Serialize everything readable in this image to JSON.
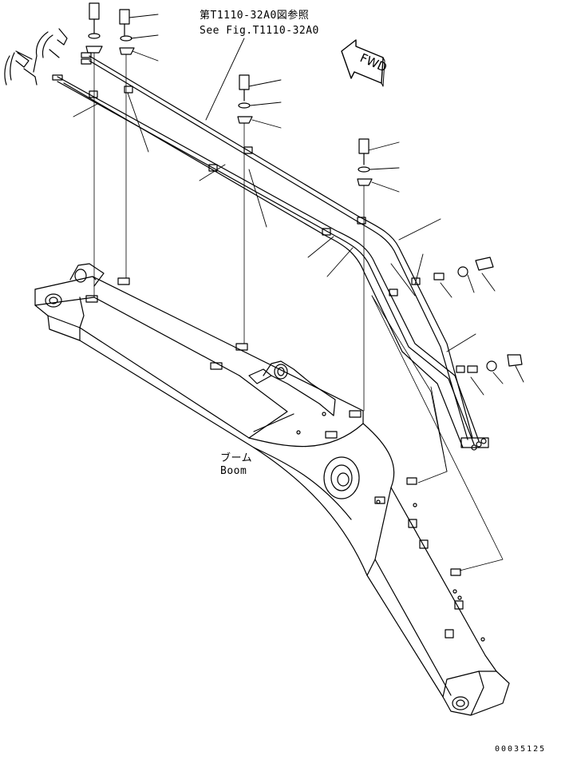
{
  "reference": {
    "japanese": "第T1110-32A0図参照",
    "english": "See Fig.T1110-32A0"
  },
  "direction_marker": "FWD",
  "boom_label": {
    "japanese": "ブーム",
    "english": "Boom"
  },
  "drawing_number": "00035125"
}
